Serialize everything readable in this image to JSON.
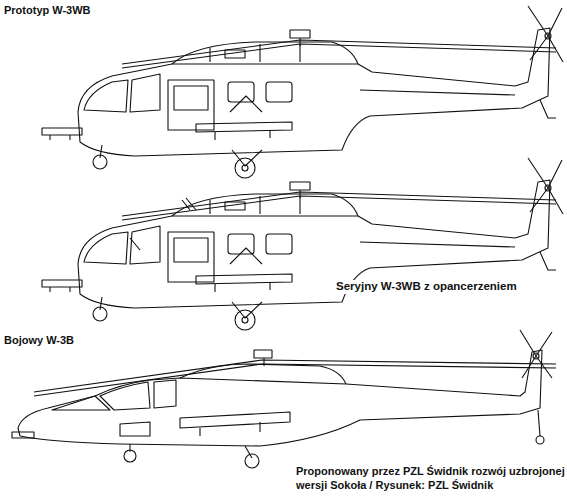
{
  "diagram": {
    "caption": "Proponowany przez PZL Świdnik rozwój uzbrojonej wersji Sokoła / Rysunek: PZL Świdnik",
    "labels": [
      "Prototyp W-3WB",
      "Seryjny W-3WB z opancerzeniem",
      "Bojowy W-3B"
    ]
  }
}
